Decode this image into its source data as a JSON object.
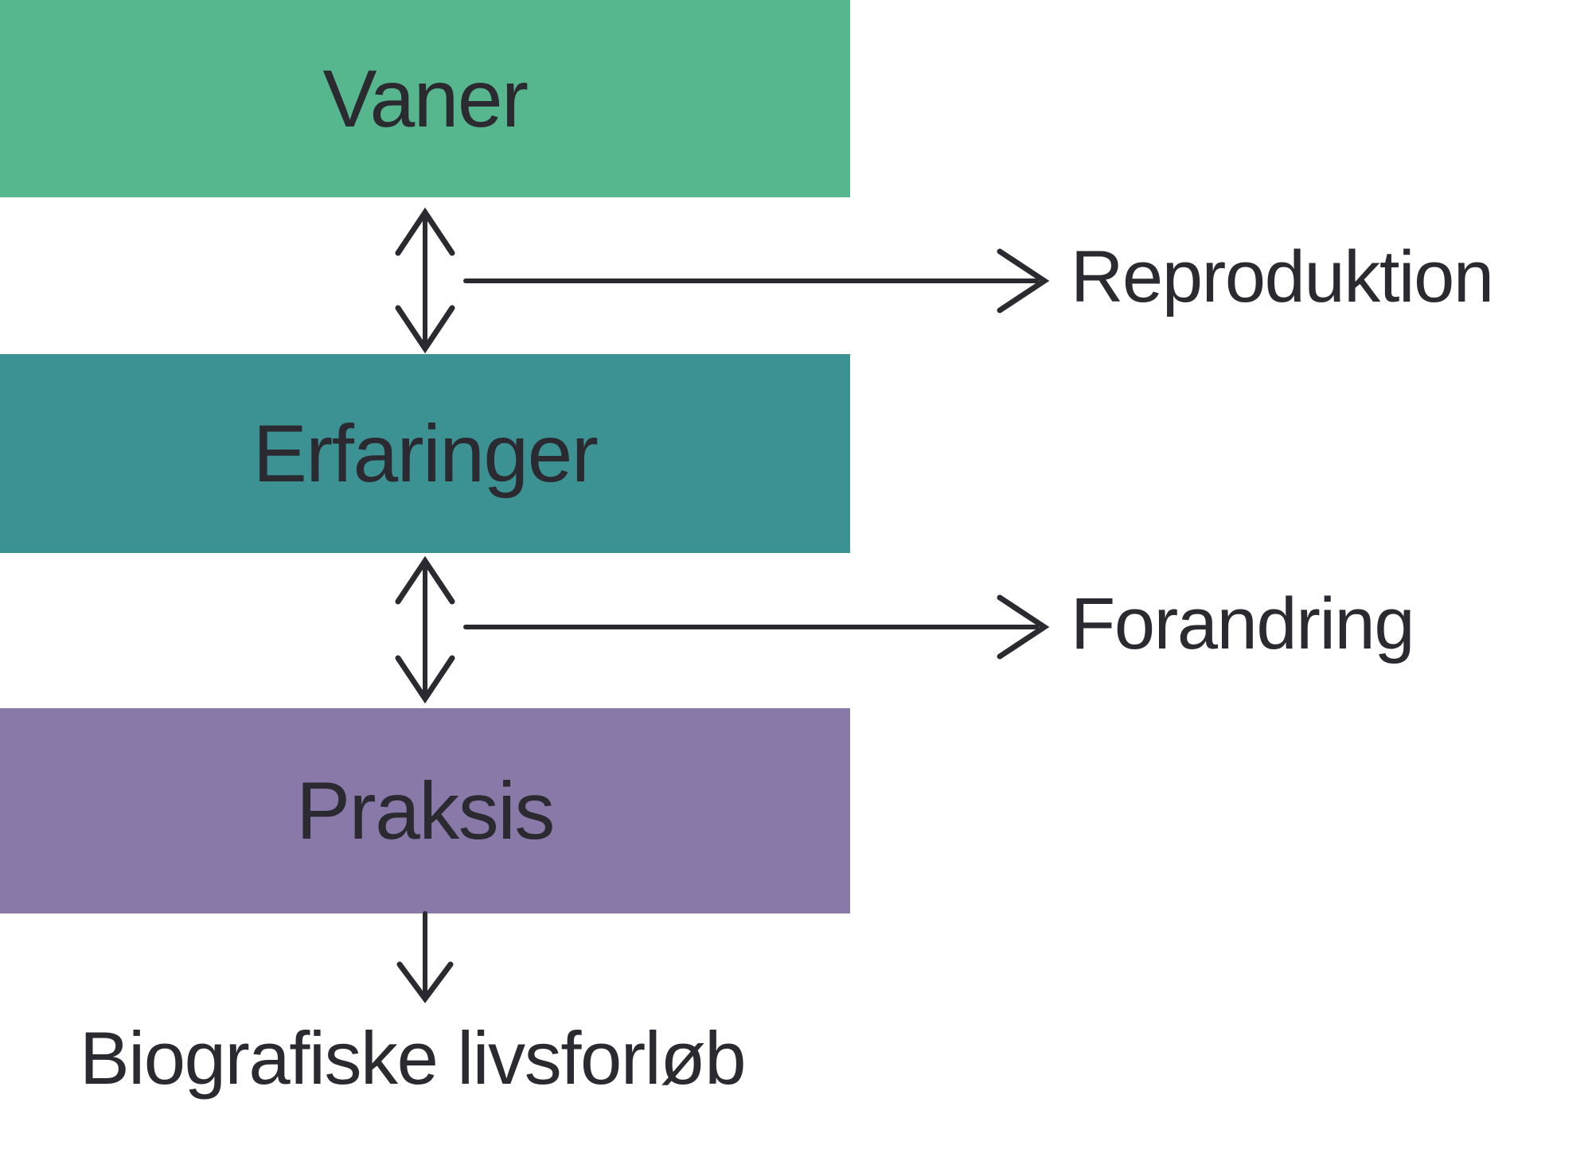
{
  "diagram": {
    "nodes": [
      {
        "id": "vaner",
        "label": "Vaner",
        "color": "#56b68d"
      },
      {
        "id": "erfaringer",
        "label": "Erfaringer",
        "color": "#3c9193"
      },
      {
        "id": "praksis",
        "label": "Praksis",
        "color": "#8879a8"
      }
    ],
    "annotations": [
      {
        "label": "Reproduktion"
      },
      {
        "label": "Forandring"
      }
    ],
    "bottom_label": "Biografiske livsforløb",
    "arrows": [
      {
        "type": "double-headed-vertical",
        "between": [
          "Vaner",
          "Erfaringer"
        ]
      },
      {
        "type": "right-arrow",
        "label": "Reproduktion"
      },
      {
        "type": "double-headed-vertical",
        "between": [
          "Erfaringer",
          "Praksis"
        ]
      },
      {
        "type": "right-arrow",
        "label": "Forandring"
      },
      {
        "type": "down-arrow",
        "label": "Biografiske livsforløb"
      }
    ],
    "colors": {
      "text": "#2b2a30",
      "arrow": "#2b2a30",
      "background": "#ffffff"
    }
  }
}
